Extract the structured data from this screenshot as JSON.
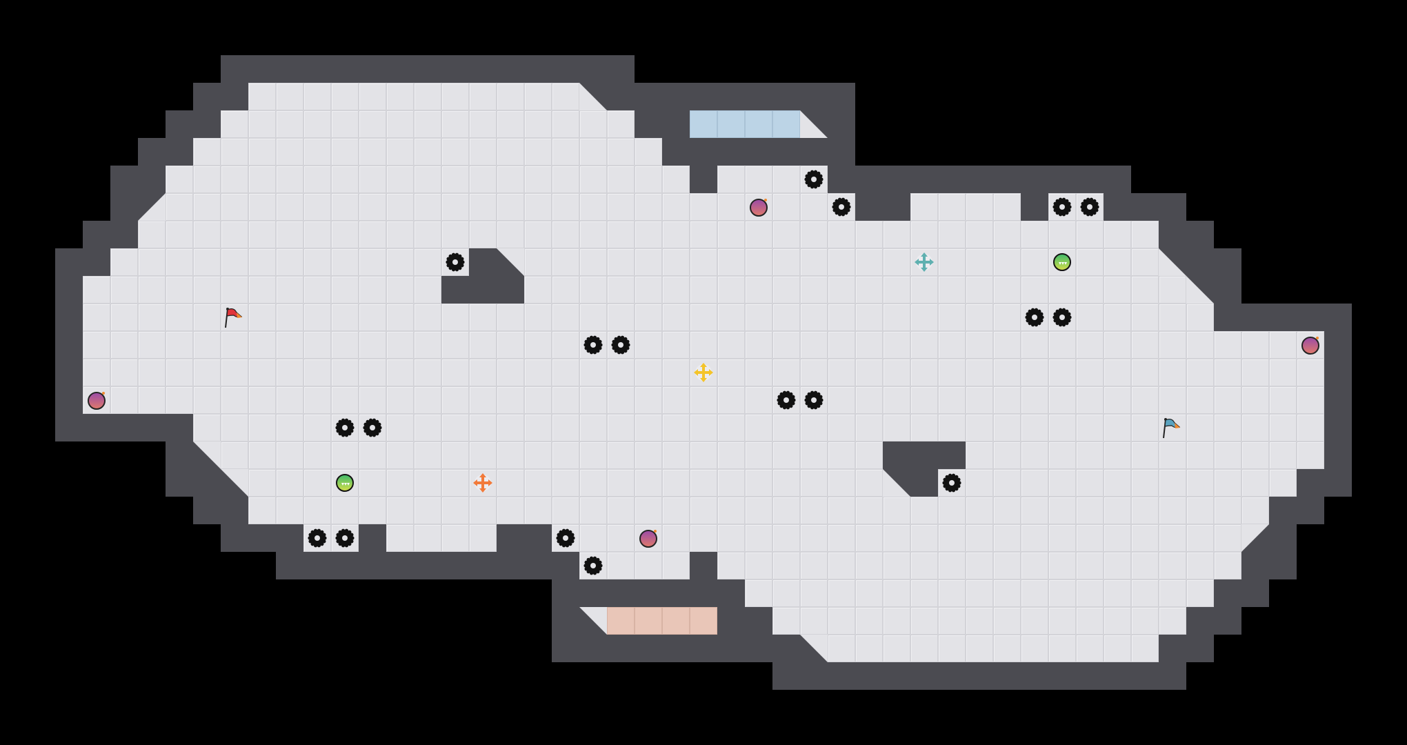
{
  "game": {
    "view": "map-overview",
    "colors": {
      "background": "#000000",
      "floor": "#e3e3e7",
      "wall": "#4b4b51",
      "blue_zone": "#bcd4e6",
      "red_zone": "#e9c6b8",
      "red_flag": "#e0343a",
      "blue_flag": "#5aa3c0",
      "bomb": "#a0508a",
      "boost_teal": "#5fb0b0",
      "boost_yellow": "#f4c42a",
      "boost_orange": "#f27a3a",
      "powerup": "#6cc04a"
    },
    "entity_types": [
      "spike",
      "bomb",
      "powerup",
      "boost-teal",
      "boost-yellow",
      "boost-orange",
      "red-flag",
      "blue-flag"
    ]
  }
}
